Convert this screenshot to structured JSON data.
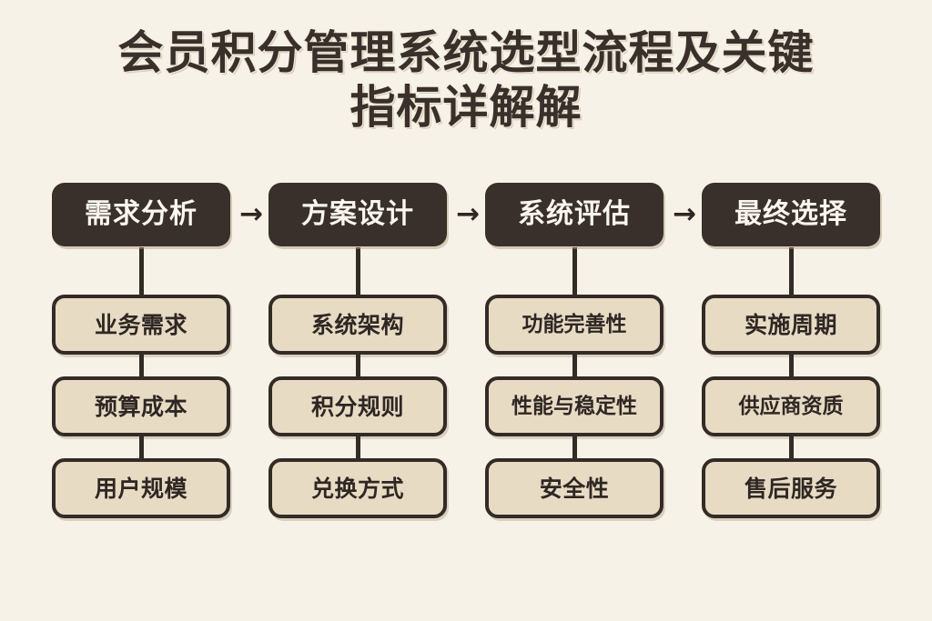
{
  "title": {
    "line1": "会员积分管理系统选型流程及关键",
    "line2": "指标详解解"
  },
  "arrow_glyph": "→",
  "colors": {
    "background": "#f7f2e7",
    "stage_fill": "#3a302b",
    "stage_text": "#faf6ee",
    "item_fill": "#e7dbc4",
    "border": "#332b26",
    "title_text": "#3a302b"
  },
  "flow": {
    "columns": [
      {
        "stage": "需求分析",
        "items": [
          "业务需求",
          "预算成本",
          "用户规模"
        ]
      },
      {
        "stage": "方案设计",
        "items": [
          "系统架构",
          "积分规则",
          "兑换方式"
        ]
      },
      {
        "stage": "系统评估",
        "items": [
          "功能完善性",
          "性能与稳定性",
          "安全性"
        ]
      },
      {
        "stage": "最终选择",
        "items": [
          "实施周期",
          "供应商资质",
          "售后服务"
        ]
      }
    ]
  }
}
